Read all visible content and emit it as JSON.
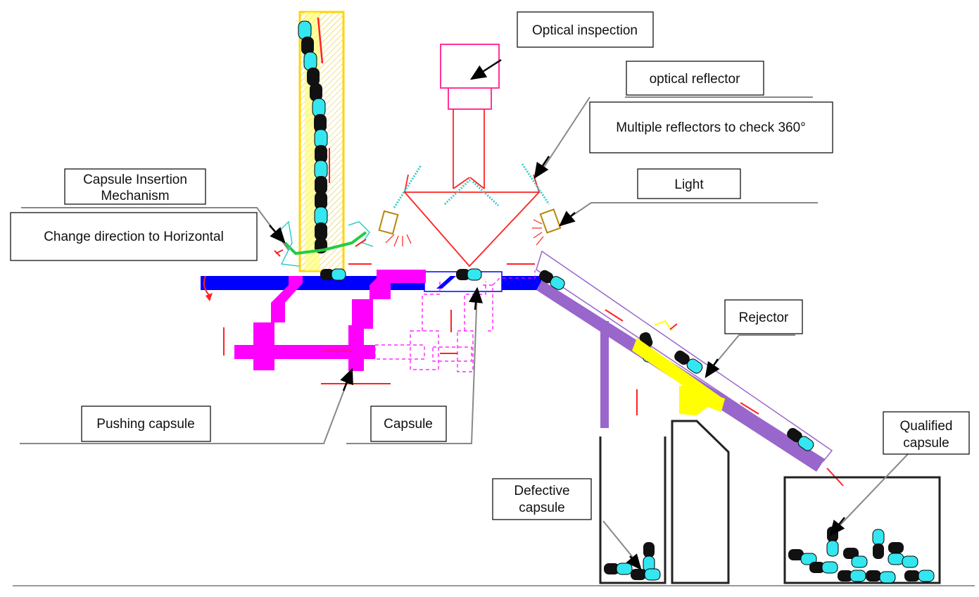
{
  "diagram": {
    "labels": {
      "optical_inspection": "Optical inspection",
      "optical_reflector": "optical reflector",
      "multiple_reflectors": "Multiple reflectors to check 360°",
      "light": "Light",
      "capsule_insertion_line1": "Capsule Insertion",
      "capsule_insertion_line2": "Mechanism",
      "change_direction": "Change direction to Horizontal",
      "rejector": "Rejector",
      "pushing_capsule": "Pushing capsule",
      "capsule": "Capsule",
      "qualified_line1": "Qualified",
      "qualified_line2": "capsule",
      "defective_line1": "Defective",
      "defective_line2": "capsule"
    },
    "colors": {
      "hopper": "#ffff00",
      "hopper_outline": "#e6c200",
      "table": "#0000ff",
      "pusher": "#ff00ff",
      "chute": "#9966cc",
      "camera": "#ff3399",
      "beam": "#ff2222",
      "reflector": "#33cccc",
      "lamp": "#b8860b",
      "capsule_cap": "#33e6f0",
      "capsule_body": "#111111",
      "rejector": "#ffff00",
      "bins": "#222222",
      "leaders": "#888888"
    }
  }
}
